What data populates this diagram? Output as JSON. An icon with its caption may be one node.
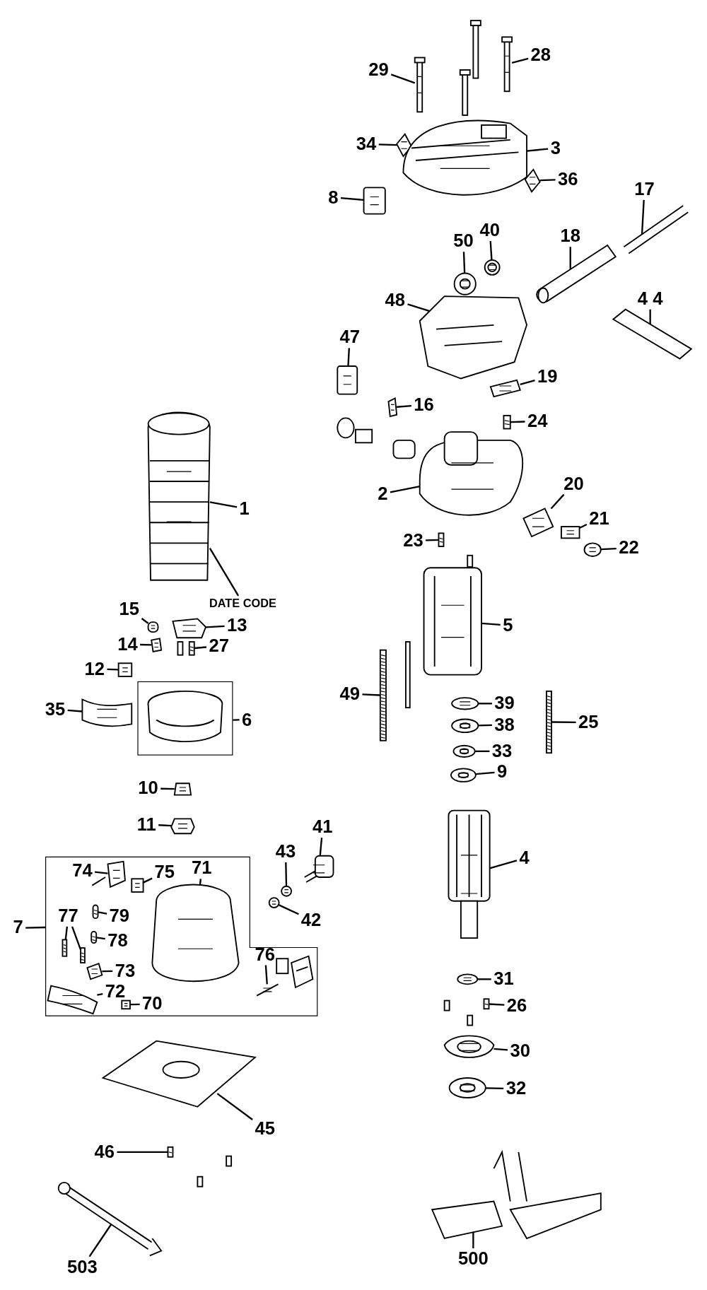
{
  "diagram": {
    "nodes": [
      {
        "text": [
          "29"
        ]
      },
      {
        "text": [
          "28"
        ]
      },
      {
        "text": [
          "34"
        ]
      },
      {
        "text": [
          "3"
        ]
      },
      {
        "text": [
          "36"
        ]
      },
      {
        "text": [
          "8"
        ]
      },
      {
        "text": [
          "17"
        ]
      },
      {
        "text": [
          "40"
        ]
      },
      {
        "text": [
          "50"
        ]
      },
      {
        "text": [
          "18"
        ]
      },
      {
        "text": [
          "48"
        ]
      },
      {
        "text": [
          "4 4"
        ]
      },
      {
        "text": [
          "47"
        ]
      },
      {
        "text": [
          "19"
        ]
      },
      {
        "text": [
          "16"
        ]
      },
      {
        "text": [
          "24"
        ]
      },
      {
        "text": [
          "2"
        ]
      },
      {
        "text": [
          "20"
        ]
      },
      {
        "text": [
          "1"
        ]
      },
      {
        "text": [
          "21"
        ]
      },
      {
        "text": [
          "23"
        ]
      },
      {
        "text": [
          "22"
        ]
      },
      {
        "text": [
          "DATE CODE"
        ]
      },
      {
        "text": [
          "5"
        ]
      },
      {
        "text": [
          "15"
        ]
      },
      {
        "text": [
          "13"
        ]
      },
      {
        "text": [
          "14"
        ]
      },
      {
        "text": [
          "27"
        ]
      },
      {
        "text": [
          "12"
        ]
      },
      {
        "text": [
          "49"
        ]
      },
      {
        "text": [
          "39"
        ]
      },
      {
        "text": [
          "35"
        ]
      },
      {
        "text": [],
        "shape": "box"
      },
      {
        "text": [
          "6"
        ]
      },
      {
        "text": [
          "38"
        ]
      },
      {
        "text": [
          "25"
        ]
      },
      {
        "text": [
          "33"
        ]
      },
      {
        "text": [
          "9"
        ]
      },
      {
        "text": [
          "10"
        ]
      },
      {
        "text": [
          "11"
        ]
      },
      {
        "text": [
          "41"
        ]
      },
      {
        "text": [
          "43"
        ]
      },
      {
        "text": [
          "4"
        ]
      },
      {
        "text": [],
        "shape": "box"
      },
      {
        "text": [
          "7"
        ]
      },
      {
        "text": [
          "74"
        ],
        "in": 43
      },
      {
        "text": [
          "75"
        ],
        "in": 43
      },
      {
        "text": [
          "71"
        ],
        "in": 43
      },
      {
        "text": [
          "77"
        ],
        "in": 43
      },
      {
        "text": [
          "79"
        ],
        "in": 43
      },
      {
        "text": [
          "78"
        ],
        "in": 43
      },
      {
        "text": [
          "73"
        ],
        "in": 43
      },
      {
        "text": [
          "72"
        ],
        "in": 43
      },
      {
        "text": [
          "70"
        ],
        "in": 43
      },
      {
        "text": [
          "76"
        ],
        "in": 43
      },
      {
        "text": [
          "42"
        ]
      },
      {
        "text": [
          "31"
        ]
      },
      {
        "text": [
          "26"
        ]
      },
      {
        "text": [
          "30"
        ]
      },
      {
        "text": [
          "32"
        ]
      },
      {
        "text": [
          "45"
        ]
      },
      {
        "text": [
          "46"
        ]
      },
      {
        "text": [
          "503"
        ]
      },
      {
        "text": [
          "500"
        ]
      },
      {
        "text": [],
        "shape": "picture"
      },
      {
        "text": [],
        "shape": "picture"
      },
      {
        "text": [],
        "shape": "picture"
      },
      {
        "text": [],
        "shape": "picture"
      },
      {
        "text": [],
        "shape": "picture"
      },
      {
        "text": [],
        "shape": "picture"
      },
      {
        "text": [],
        "shape": "picture"
      },
      {
        "text": [],
        "shape": "picture"
      },
      {
        "text": [],
        "shape": "picture"
      },
      {
        "text": [],
        "shape": "picture"
      },
      {
        "text": [],
        "shape": "picture"
      },
      {
        "text": [],
        "shape": "picture"
      },
      {
        "text": [],
        "shape": "picture"
      },
      {
        "text": [],
        "shape": "picture"
      },
      {
        "text": [],
        "shape": "picture"
      },
      {
        "text": [],
        "shape": "picture"
      },
      {
        "text": [],
        "shape": "picture"
      },
      {
        "text": [],
        "shape": "picture"
      },
      {
        "text": [],
        "shape": "picture"
      },
      {
        "text": [],
        "shape": "picture"
      },
      {
        "text": [],
        "shape": "picture"
      },
      {
        "text": [],
        "shape": "picture"
      },
      {
        "text": [],
        "shape": "picture"
      },
      {
        "text": [],
        "shape": "picture"
      },
      {
        "text": [],
        "shape": "picture"
      },
      {
        "text": [],
        "shape": "picture"
      },
      {
        "text": [],
        "shape": "picture"
      },
      {
        "text": [],
        "shape": "picture"
      },
      {
        "text": [],
        "shape": "picture"
      },
      {
        "text": [],
        "shape": "picture"
      },
      {
        "text": [],
        "shape": "picture"
      },
      {
        "text": [],
        "shape": "picture"
      },
      {
        "text": [],
        "shape": "picture"
      },
      {
        "text": [],
        "shape": "picture"
      },
      {
        "text": [],
        "shape": "picture"
      },
      {
        "text": [],
        "shape": "picture"
      },
      {
        "text": [],
        "shape": "picture"
      },
      {
        "text": [],
        "shape": "picture"
      },
      {
        "text": [],
        "shape": "picture"
      },
      {
        "text": [],
        "shape": "picture"
      },
      {
        "text": [],
        "shape": "picture",
        "in": 43
      },
      {
        "text": [],
        "shape": "picture",
        "in": 43
      },
      {
        "text": [],
        "shape": "picture",
        "in": 43
      },
      {
        "text": [],
        "shape": "picture",
        "in": 43
      },
      {
        "text": [],
        "shape": "picture",
        "in": 43
      },
      {
        "text": [],
        "shape": "picture",
        "in": 43
      },
      {
        "text": [],
        "shape": "picture",
        "in": 43
      },
      {
        "text": [],
        "shape": "picture",
        "in": 43
      },
      {
        "text": [],
        "shape": "picture",
        "in": 43
      },
      {
        "text": [],
        "shape": "picture",
        "in": 43
      },
      {
        "text": [],
        "shape": "picture",
        "in": 43
      },
      {
        "text": [],
        "shape": "picture"
      },
      {
        "text": [],
        "shape": "picture"
      },
      {
        "text": [],
        "shape": "picture"
      },
      {
        "text": [],
        "shape": "picture"
      },
      {
        "text": [],
        "shape": "picture"
      },
      {
        "text": [],
        "shape": "picture"
      },
      {
        "text": [],
        "shape": "picture"
      },
      {
        "text": [],
        "shape": "picture"
      },
      {
        "text": [],
        "shape": "picture"
      }
    ],
    "edges": [
      {
        "from": 0,
        "to": 64,
        "arrow": "none"
      },
      {
        "from": 1,
        "to": 65,
        "arrow": "none"
      },
      {
        "from": 2,
        "to": 66,
        "arrow": "none"
      },
      {
        "from": 3,
        "to": 67,
        "arrow": "none"
      },
      {
        "from": 4,
        "to": 68,
        "arrow": "none"
      },
      {
        "from": 5,
        "to": 69,
        "arrow": "none"
      },
      {
        "from": 6,
        "to": 70,
        "arrow": "none"
      },
      {
        "from": 7,
        "to": 71,
        "arrow": "none"
      },
      {
        "from": 8,
        "to": 72,
        "arrow": "none"
      },
      {
        "from": 9,
        "to": 73,
        "arrow": "none"
      },
      {
        "from": 10,
        "to": 74,
        "arrow": "none"
      },
      {
        "from": 11,
        "to": 75,
        "arrow": "none"
      },
      {
        "from": 12,
        "to": 76,
        "arrow": "none"
      },
      {
        "from": 13,
        "to": 77,
        "arrow": "none"
      },
      {
        "from": 14,
        "to": 78,
        "arrow": "none"
      },
      {
        "from": 15,
        "to": 79,
        "arrow": "none"
      },
      {
        "from": 16,
        "to": 80,
        "arrow": "none"
      },
      {
        "from": 17,
        "to": 81,
        "arrow": "none"
      },
      {
        "from": 18,
        "to": 82,
        "arrow": "none"
      },
      {
        "from": 19,
        "to": 83,
        "arrow": "none"
      },
      {
        "from": 20,
        "to": 84,
        "arrow": "none"
      },
      {
        "from": 21,
        "to": 85,
        "arrow": "none"
      },
      {
        "from": 22,
        "to": 82,
        "arrow": "none"
      },
      {
        "from": 23,
        "to": 86,
        "arrow": "none"
      },
      {
        "from": 24,
        "to": 87,
        "arrow": "none"
      },
      {
        "from": 25,
        "to": 88,
        "arrow": "none"
      },
      {
        "from": 26,
        "to": 89,
        "arrow": "none"
      },
      {
        "from": 27,
        "to": 90,
        "arrow": "none"
      },
      {
        "from": 28,
        "to": 91,
        "arrow": "none"
      },
      {
        "from": 29,
        "to": 92,
        "arrow": "none"
      },
      {
        "from": 30,
        "to": 93,
        "arrow": "none"
      },
      {
        "from": 31,
        "to": 94,
        "arrow": "none"
      },
      {
        "from": 33,
        "to": 32,
        "arrow": "none"
      },
      {
        "from": 34,
        "to": 95,
        "arrow": "none"
      },
      {
        "from": 35,
        "to": 96,
        "arrow": "none"
      },
      {
        "from": 36,
        "to": 97,
        "arrow": "none"
      },
      {
        "from": 37,
        "to": 98,
        "arrow": "none"
      },
      {
        "from": 38,
        "to": 99,
        "arrow": "none"
      },
      {
        "from": 39,
        "to": 100,
        "arrow": "none"
      },
      {
        "from": 40,
        "to": 101,
        "arrow": "none"
      },
      {
        "from": 41,
        "to": 102,
        "arrow": "none"
      },
      {
        "from": 42,
        "to": 103,
        "arrow": "none"
      },
      {
        "from": 44,
        "to": 43,
        "arrow": "none"
      },
      {
        "from": 45,
        "to": 104,
        "arrow": "none"
      },
      {
        "from": 46,
        "to": 105,
        "arrow": "none"
      },
      {
        "from": 47,
        "to": 106,
        "arrow": "none"
      },
      {
        "from": 48,
        "to": 107,
        "arrow": "none"
      },
      {
        "from": 48,
        "to": 108,
        "arrow": "none"
      },
      {
        "from": 49,
        "to": 109,
        "arrow": "none"
      },
      {
        "from": 50,
        "to": 110,
        "arrow": "none"
      },
      {
        "from": 51,
        "to": 111,
        "arrow": "none"
      },
      {
        "from": 52,
        "to": 112,
        "arrow": "none"
      },
      {
        "from": 53,
        "to": 113,
        "arrow": "none"
      },
      {
        "from": 54,
        "to": 114,
        "arrow": "none"
      },
      {
        "from": 55,
        "to": 115,
        "arrow": "none"
      },
      {
        "from": 56,
        "to": 116,
        "arrow": "none"
      },
      {
        "from": 57,
        "to": 117,
        "arrow": "none"
      },
      {
        "from": 58,
        "to": 118,
        "arrow": "none"
      },
      {
        "from": 59,
        "to": 119,
        "arrow": "none"
      },
      {
        "from": 60,
        "to": 120,
        "arrow": "none"
      },
      {
        "from": 61,
        "to": 121,
        "arrow": "none"
      },
      {
        "from": 62,
        "to": 122,
        "arrow": "none"
      },
      {
        "from": 63,
        "to": 123,
        "arrow": "none"
      }
    ]
  }
}
